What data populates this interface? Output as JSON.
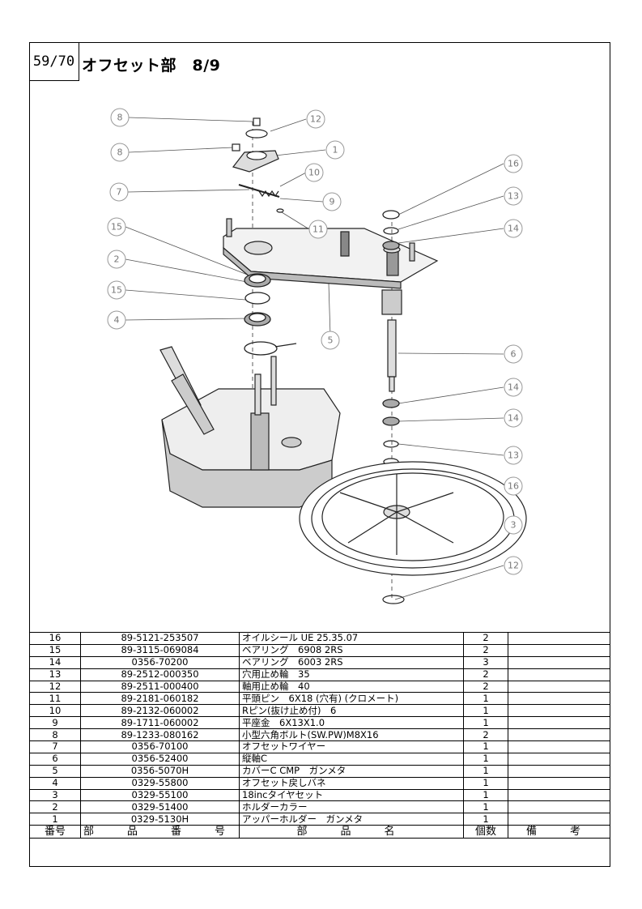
{
  "header": {
    "page_number": "59/70",
    "title": "オフセット部　8/9"
  },
  "diagram": {
    "callouts": [
      "8",
      "12",
      "8",
      "1",
      "10",
      "7",
      "9",
      "11",
      "15",
      "2",
      "15",
      "4",
      "5",
      "16",
      "13",
      "14",
      "6",
      "14",
      "14",
      "13",
      "16",
      "3",
      "12"
    ]
  },
  "parts_table": {
    "headers": [
      "番号",
      "部　品　番　号",
      "部　品　名",
      "個数",
      "備　考"
    ],
    "rows": [
      {
        "no": "16",
        "part_number": "89-5121-253507",
        "name": "オイルシール UE 25.35.07",
        "qty": "2",
        "note": ""
      },
      {
        "no": "15",
        "part_number": "89-3115-069084",
        "name": "ベアリング　6908 2RS",
        "qty": "2",
        "note": ""
      },
      {
        "no": "14",
        "part_number": "0356-70200",
        "name": "ベアリング　6003 2RS",
        "qty": "3",
        "note": ""
      },
      {
        "no": "13",
        "part_number": "89-2512-000350",
        "name": "穴用止め輪　35",
        "qty": "2",
        "note": ""
      },
      {
        "no": "12",
        "part_number": "89-2511-000400",
        "name": "軸用止め輪　40",
        "qty": "2",
        "note": ""
      },
      {
        "no": "11",
        "part_number": "89-2181-060182",
        "name": "平頭ピン　6X18 (穴有) (クロメート)",
        "qty": "1",
        "note": ""
      },
      {
        "no": "10",
        "part_number": "89-2132-060002",
        "name": "Rピン(抜け止め付)　6",
        "qty": "1",
        "note": ""
      },
      {
        "no": "9",
        "part_number": "89-1711-060002",
        "name": "平座金　6X13X1.0",
        "qty": "1",
        "note": ""
      },
      {
        "no": "8",
        "part_number": "89-1233-080162",
        "name": "小型六角ボルト(SW.PW)M8X16",
        "qty": "2",
        "note": ""
      },
      {
        "no": "7",
        "part_number": "0356-70100",
        "name": "オフセットワイヤー",
        "qty": "1",
        "note": ""
      },
      {
        "no": "6",
        "part_number": "0356-52400",
        "name": "縦軸C",
        "qty": "1",
        "note": ""
      },
      {
        "no": "5",
        "part_number": "0356-5070H",
        "name": "カバーC CMP　ガンメタ",
        "qty": "1",
        "note": ""
      },
      {
        "no": "4",
        "part_number": "0329-55800",
        "name": "オフセット戻しバネ",
        "qty": "1",
        "note": ""
      },
      {
        "no": "3",
        "part_number": "0329-55100",
        "name": "18incタイヤセット",
        "qty": "1",
        "note": ""
      },
      {
        "no": "2",
        "part_number": "0329-51400",
        "name": "ホルダーカラー",
        "qty": "1",
        "note": ""
      },
      {
        "no": "1",
        "part_number": "0329-5130H",
        "name": "アッパーホルダー　ガンメタ",
        "qty": "1",
        "note": ""
      }
    ]
  }
}
